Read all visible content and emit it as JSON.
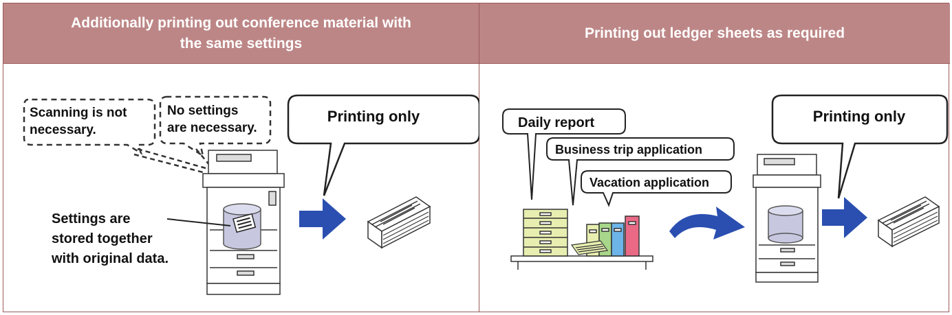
{
  "left_panel": {
    "title_line1": "Additionally printing out conference material with",
    "title_line2": "the same settings",
    "bubble_scan_line1": "Scanning is not",
    "bubble_scan_line2": "necessary.",
    "bubble_settings_line1": "No settings",
    "bubble_settings_line2": "are necessary.",
    "bubble_printing": "Printing only",
    "note_line1": "Settings are",
    "note_line2": "stored together",
    "note_line3": "with original data."
  },
  "right_panel": {
    "title": "Printing out ledger sheets as required",
    "label_daily": "Daily report",
    "label_business": "Business trip application",
    "label_vacation": "Vacation application",
    "bubble_printing": "Printing only"
  },
  "colors": {
    "header_bg": "#bd8686",
    "border": "#9a5a5a",
    "arrow": "#2a4fb0",
    "binder_green": "#a8d68a",
    "binder_blue": "#6db4e8",
    "binder_pink": "#ea6a86",
    "binder_yellow": "#e8eeb0"
  }
}
